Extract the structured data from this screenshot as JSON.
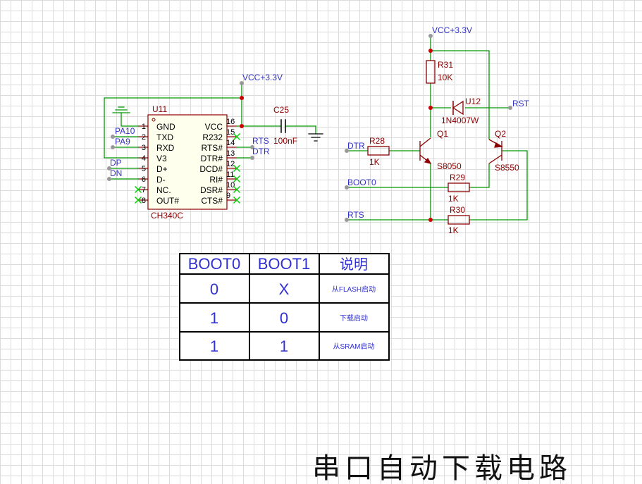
{
  "title": "串口自动下载电路",
  "chip": {
    "ref": "U11",
    "model": "CH340C",
    "left_pins": [
      {
        "no": "1",
        "name": "GND"
      },
      {
        "no": "2",
        "name": "TXD"
      },
      {
        "no": "3",
        "name": "RXD"
      },
      {
        "no": "4",
        "name": "V3"
      },
      {
        "no": "5",
        "name": "D+"
      },
      {
        "no": "6",
        "name": "D-"
      },
      {
        "no": "7",
        "name": "NC."
      },
      {
        "no": "8",
        "name": "OUT#"
      }
    ],
    "right_pins": [
      {
        "no": "16",
        "name": "VCC"
      },
      {
        "no": "15",
        "name": "R232"
      },
      {
        "no": "14",
        "name": "RTS#"
      },
      {
        "no": "13",
        "name": "DTR#"
      },
      {
        "no": "12",
        "name": "DCD#"
      },
      {
        "no": "11",
        "name": "RI#"
      },
      {
        "no": "10",
        "name": "DSR#"
      },
      {
        "no": "9",
        "name": "CTS#"
      }
    ]
  },
  "nets": {
    "vcc_left": "VCC+3.3V",
    "vcc_right": "VCC+3.3V",
    "pa10": "PA10",
    "pa9": "PA9",
    "dp": "DP",
    "dn": "DN",
    "rts_chip": "RTS",
    "dtr_chip": "DTR",
    "dtr_in": "DTR",
    "boot0_in": "BOOT0",
    "rts_in": "RTS",
    "rst_out": "RST"
  },
  "components": {
    "c25_ref": "C25",
    "c25_val": "100nF",
    "r31_ref": "R31",
    "r31_val": "10K",
    "u12_ref": "U12",
    "u12_val": "1N4007W",
    "q1_ref": "Q1",
    "q1_val": "S8050",
    "q2_ref": "Q2",
    "q2_val": "S8550",
    "r28_ref": "R28",
    "r28_val": "1K",
    "r29_ref": "R29",
    "r29_val": "1K",
    "r30_ref": "R30",
    "r30_val": "1K"
  },
  "boot_table": {
    "headers": [
      "BOOT0",
      "BOOT1",
      "说明"
    ],
    "rows": [
      [
        "0",
        "X",
        "从FLASH启动"
      ],
      [
        "1",
        "0",
        "下载启动"
      ],
      [
        "1",
        "1",
        "从SRAM启动"
      ]
    ]
  },
  "colors": {
    "wire": "#009900",
    "component": "#8b0000",
    "net_label": "#3232c8",
    "junction": "#cc0000",
    "no_connect": "#00cc00"
  }
}
